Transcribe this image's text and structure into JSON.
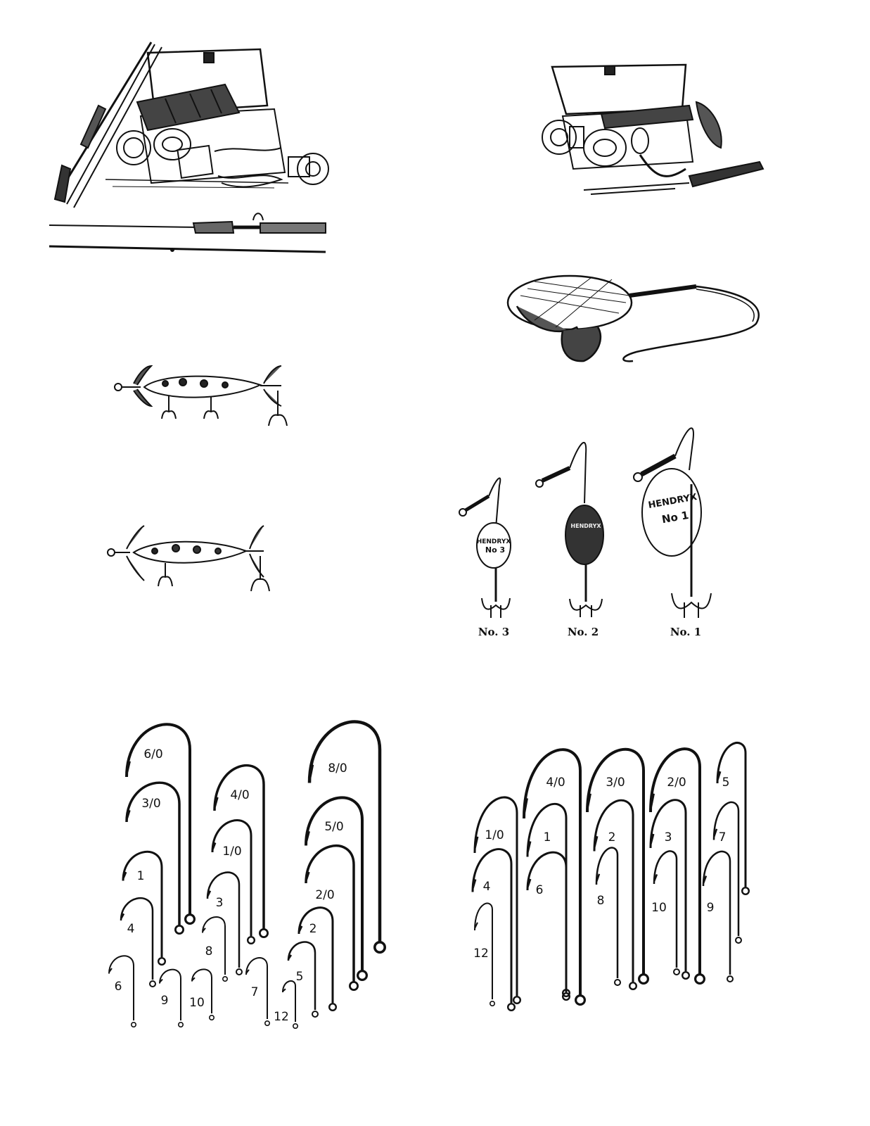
{
  "spinners": {
    "brand": "HENDRYX",
    "labels": [
      "No. 3",
      "No. 2",
      "No. 1"
    ],
    "blade_texts": [
      "No 3",
      "No 1"
    ]
  },
  "hooks_left": [
    "6/0",
    "3/0",
    "1",
    "4",
    "6",
    "4/0",
    "1/0",
    "3",
    "8",
    "9",
    "10",
    "7",
    "8/0",
    "5/0",
    "2/0",
    "2",
    "5",
    "12"
  ],
  "hooks_right": [
    "4/0",
    "3/0",
    "2/0",
    "5",
    "1/0",
    "1",
    "2",
    "3",
    "7",
    "4",
    "6",
    "8",
    "10",
    "9",
    "12"
  ],
  "colors": {
    "ink": "#111111",
    "paper": "#ffffff"
  }
}
